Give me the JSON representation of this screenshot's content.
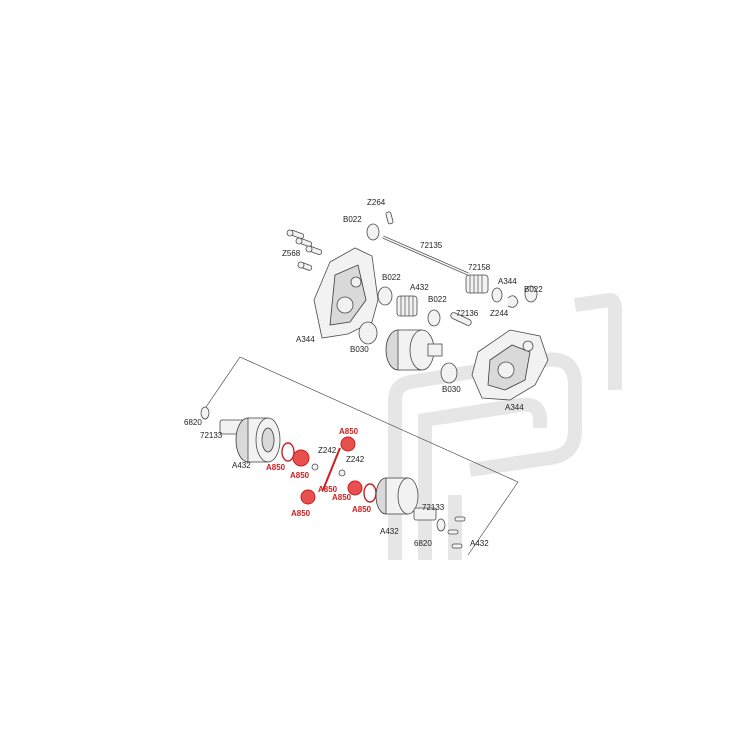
{
  "colors": {
    "highlight": "#cc1f1f",
    "watermark": "#e6e6e6",
    "outline": "#4a4a4a"
  },
  "labels": {
    "z264": "Z264",
    "b022_top": "B022",
    "z568": "Z568",
    "l72135": "72135",
    "b022_mid": "B022",
    "a432_mid": "A432",
    "l72158": "72158",
    "a344_right": "A344",
    "b022_right": "B022",
    "b022_lower": "B022",
    "z244": "Z244",
    "l72136": "72136",
    "a344_left": "A344",
    "b030_left": "B030",
    "b030_right": "B030",
    "a344_bottom": "A344",
    "l6820_left": "6820",
    "l72133_left": "72133",
    "a432_left": "A432",
    "z242_a": "Z242",
    "z242_b": "Z242",
    "a850_1": "A850",
    "a850_2": "A850",
    "a850_3": "A850",
    "a850_4": "A850",
    "a850_5": "A850",
    "a850_6": "A850",
    "a850_7": "A850",
    "l72133_right": "72133",
    "a432_right": "A432",
    "l6820_right": "6820",
    "a432_bottom": "A432"
  }
}
